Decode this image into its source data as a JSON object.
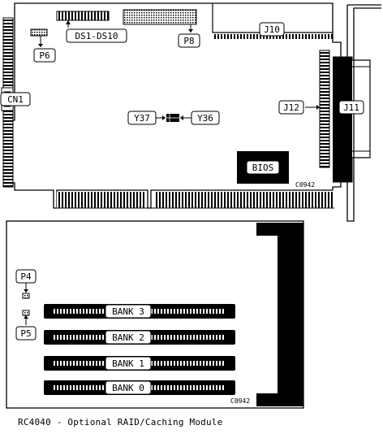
{
  "main_board": {
    "labels": {
      "cn1": "CN1",
      "ds": "DS1-DS10",
      "p6": "P6",
      "p8": "P8",
      "j10": "J10",
      "j11": "J11",
      "j12": "J12",
      "y37": "Y37",
      "y36": "Y36",
      "bios": "BIOS",
      "code": "C0942"
    }
  },
  "module": {
    "labels": {
      "p4": "P4",
      "p5": "P5",
      "bank3": "BANK 3",
      "bank2": "BANK 2",
      "bank1": "BANK 1",
      "bank0": "BANK 0",
      "code": "C0942"
    }
  },
  "caption": "RC4040 - Optional RAID/Caching Module"
}
